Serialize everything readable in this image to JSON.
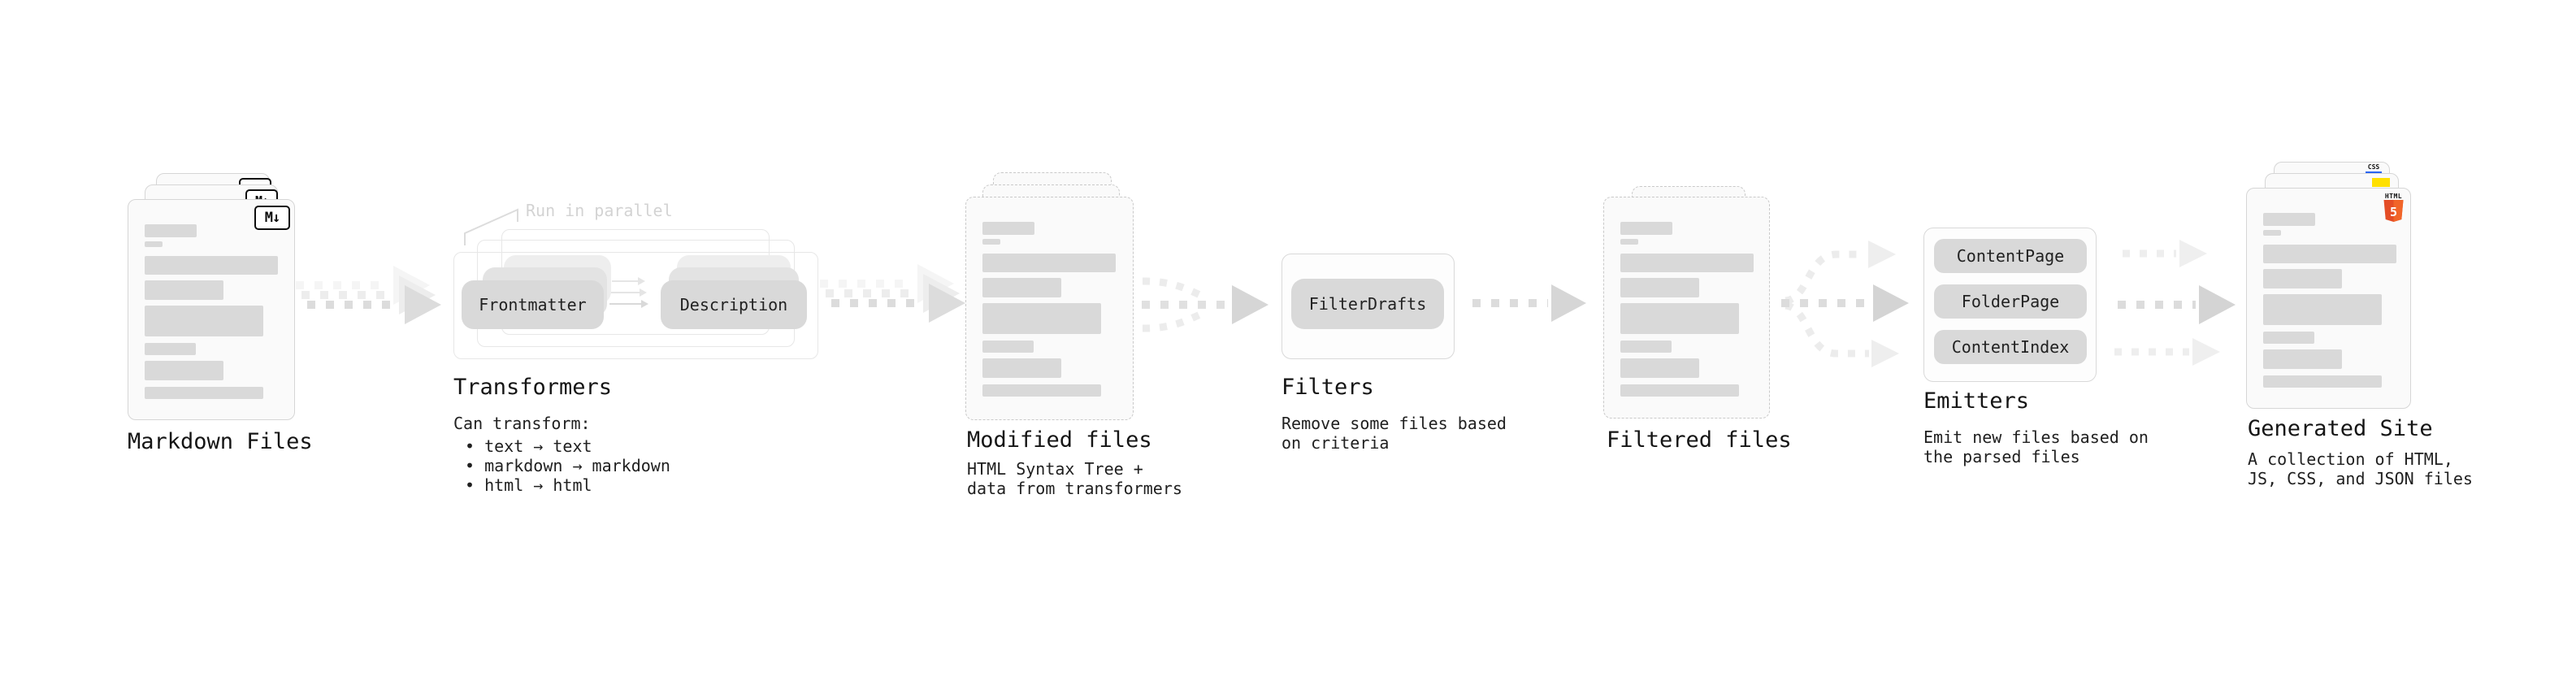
{
  "diagram": {
    "markdown_files": {
      "label": "Markdown Files",
      "icon_text": "M↓"
    },
    "transformers": {
      "note": "Run in parallel",
      "pills": [
        "Frontmatter",
        "Description"
      ],
      "label": "Transformers",
      "desc_title": "Can transform:",
      "bullets": [
        "• text → text",
        "• markdown → markdown",
        "• html → html"
      ]
    },
    "modified_files": {
      "label": "Modified files",
      "desc": "HTML Syntax Tree +\ndata from transformers"
    },
    "filters": {
      "pill": "FilterDrafts",
      "label": "Filters",
      "desc": "Remove some files based\non criteria"
    },
    "filtered_files": {
      "label": "Filtered files"
    },
    "emitters": {
      "pills": [
        "ContentPage",
        "FolderPage",
        "ContentIndex"
      ],
      "label": "Emitters",
      "desc": "Emit new files based on\nthe parsed files"
    },
    "generated_site": {
      "label": "Generated Site",
      "desc": "A collection of HTML,\nJS, CSS, and JSON files",
      "icons": {
        "html5_text": "HTML",
        "html5_number": "5",
        "css_text": "CSS"
      }
    }
  },
  "colors": {
    "html5_orange": "#e44d26",
    "html5_orange_light": "#f16529",
    "js_yellow": "#ffe000",
    "css_blue": "#2965f1",
    "bar_gray": "#d9d9d9"
  }
}
